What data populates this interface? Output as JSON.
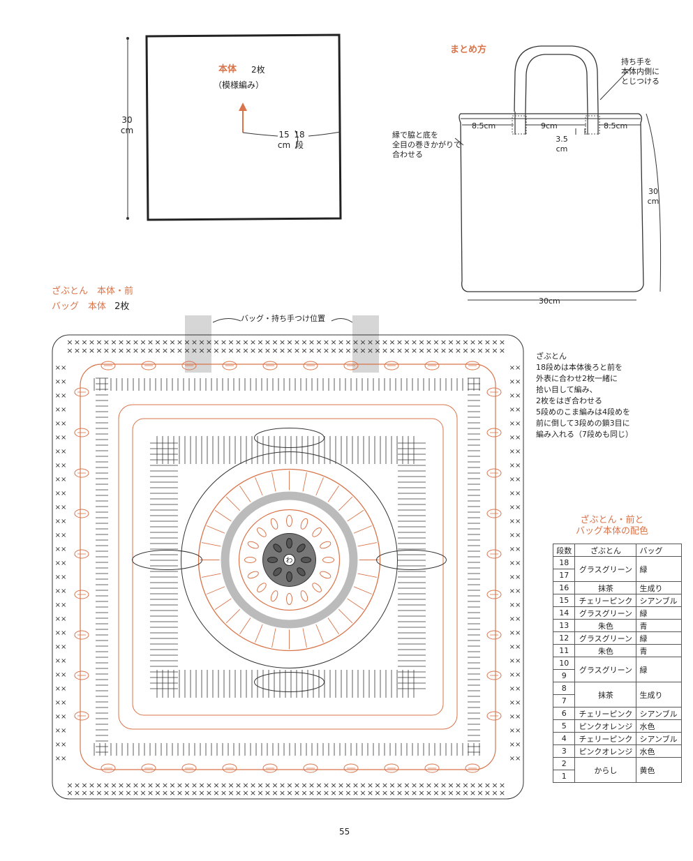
{
  "panel": {
    "name": "本体",
    "count": "2枚",
    "pattern": "（模様編み）",
    "width_value": "15",
    "width_unit": "cm",
    "rows_value": "18",
    "rows_unit": "段",
    "height_value": "30",
    "height_unit": "cm"
  },
  "assembly": {
    "title": "まとめ方",
    "handle_note": [
      "持ち手を",
      "本体内側に",
      "とじつける"
    ],
    "edge_note": [
      "縁で脇と底を",
      "全目の巻きかがりで",
      "合わせる"
    ],
    "dim_left": "8.5cm",
    "dim_center": "9cm",
    "dim_right": "8.5cm",
    "dim_handle_value": "3.5",
    "dim_handle_unit": "cm",
    "dim_height_value": "30",
    "dim_height_unit": "cm",
    "dim_bottom": "30cm"
  },
  "chart": {
    "title_line1": "ざぶとん　本体・前",
    "title_line2_a": "バッグ　本体",
    "title_line2_b": "2枚",
    "handle_position_label": "バッグ・持ち手つけ位置",
    "center_label": "わ"
  },
  "notes": {
    "heading": "ざぶとん",
    "lines": [
      "18段めは本体後ろと前を",
      "外表に合わせ2枚一緒に",
      "拾い目して編み、",
      "2枚をはぎ合わせる",
      "5段めのこま編みは4段めを",
      "前に倒して3段めの鎖3目に",
      "編み入れる（7段めも同じ）"
    ]
  },
  "color_table": {
    "title_line1": "ざぶとん・前と",
    "title_line2": "バッグ本体の配色",
    "headers": [
      "段数",
      "ざぶとん",
      "バッグ"
    ],
    "rows": [
      {
        "rows": [
          "18",
          "17"
        ],
        "zabuton": "グラスグリーン",
        "bag": "緑"
      },
      {
        "rows": [
          "16"
        ],
        "zabuton": "抹茶",
        "bag": "生成り"
      },
      {
        "rows": [
          "15"
        ],
        "zabuton": "チェリーピンク",
        "bag": "シアンブル"
      },
      {
        "rows": [
          "14"
        ],
        "zabuton": "グラスグリーン",
        "bag": "緑"
      },
      {
        "rows": [
          "13"
        ],
        "zabuton": "朱色",
        "bag": "青"
      },
      {
        "rows": [
          "12"
        ],
        "zabuton": "グラスグリーン",
        "bag": "緑"
      },
      {
        "rows": [
          "11"
        ],
        "zabuton": "朱色",
        "bag": "青"
      },
      {
        "rows": [
          "10",
          "9"
        ],
        "zabuton": "グラスグリーン",
        "bag": "緑"
      },
      {
        "rows": [
          "8",
          "7"
        ],
        "zabuton": "抹茶",
        "bag": "生成り"
      },
      {
        "rows": [
          "6"
        ],
        "zabuton": "チェリーピンク",
        "bag": "シアンブル"
      },
      {
        "rows": [
          "5"
        ],
        "zabuton": "ピンクオレンジ",
        "bag": "水色"
      },
      {
        "rows": [
          "4"
        ],
        "zabuton": "チェリーピンク",
        "bag": "シアンブル"
      },
      {
        "rows": [
          "3"
        ],
        "zabuton": "ピンクオレンジ",
        "bag": "水色"
      },
      {
        "rows": [
          "2",
          "1"
        ],
        "zabuton": "からし",
        "bag": "黄色"
      }
    ]
  },
  "page_number": "55",
  "colors": {
    "accent": "#d9744a",
    "line": "#333333",
    "shade": "#bbbbbb"
  }
}
